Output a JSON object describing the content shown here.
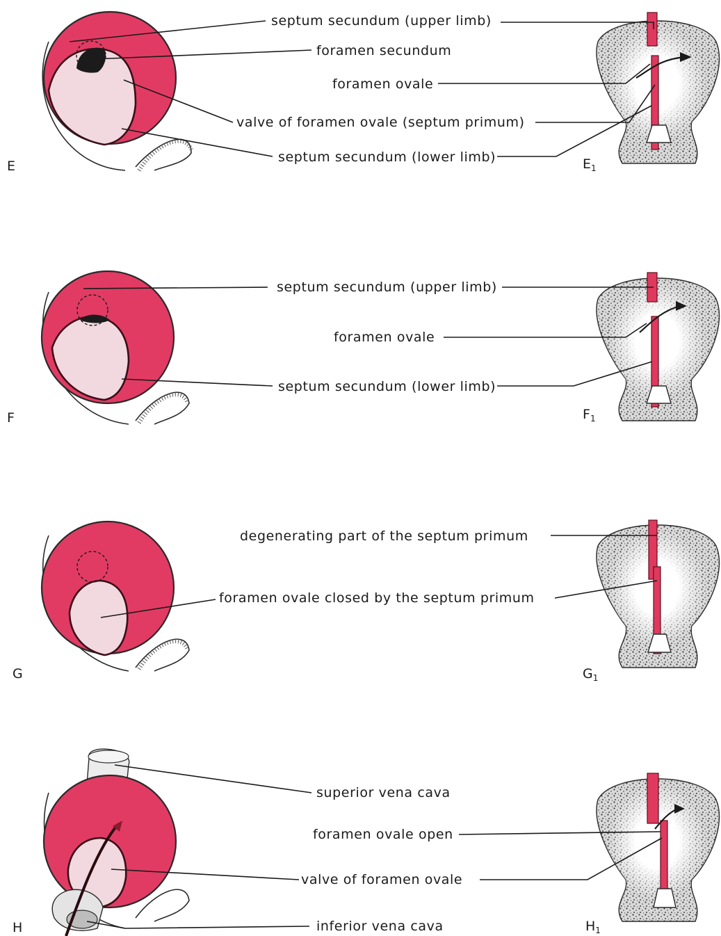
{
  "panels": {
    "E": "E",
    "E1_main": "E",
    "E1_sub": "1",
    "F": "F",
    "F1_main": "F",
    "F1_sub": "1",
    "G": "G",
    "G1_main": "G",
    "G1_sub": "1",
    "H": "H",
    "H1_main": "H",
    "H1_sub": "1"
  },
  "labels": {
    "e_septum_secundum_upper": "septum secundum (upper limb)",
    "e_foramen_secundum": "foramen secundum",
    "e_foramen_ovale": "foramen ovale",
    "e_valve_foramen_ovale": "valve of foramen ovale (septum primum)",
    "e_septum_secundum_lower": "septum secundum (lower limb)",
    "f_septum_secundum_upper": "septum secundum (upper limb)",
    "f_foramen_ovale": "foramen ovale",
    "f_septum_secundum_lower": "septum secundum (lower limb)",
    "g_degenerating": "degenerating part of the septum primum",
    "g_foramen_closed": "foramen ovale closed by the septum primum",
    "h_superior_vena_cava": "superior vena cava",
    "h_foramen_ovale_open": "foramen ovale open",
    "h_valve_foramen_ovale": "valve of foramen ovale",
    "h_inferior_vena_cava": "inferior vena cava"
  },
  "colors": {
    "septum_red": "#e0395e",
    "valve_pink": "#f2d8df",
    "stipple": "#2a2a2a"
  }
}
